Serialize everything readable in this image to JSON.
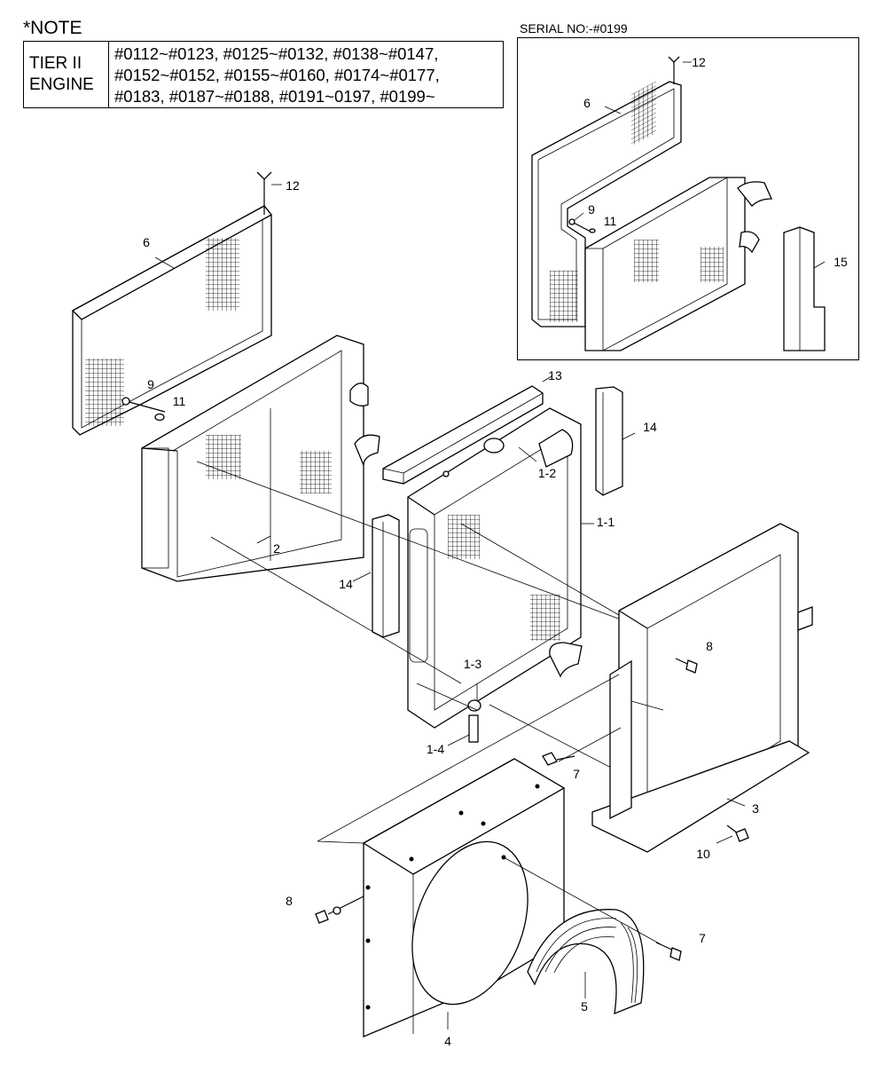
{
  "note": {
    "title": "*NOTE",
    "engine_label_line1": "TIER II",
    "engine_label_line2": "ENGINE",
    "serials_line1": "#0112~#0123, #0125~#0132, #0138~#0147,",
    "serials_line2": "#0152~#0152, #0155~#0160, #0174~#0177,",
    "serials_line3": "#0183, #0187~#0188, #0191~0197, #0199~"
  },
  "inset": {
    "serial_label": "SERIAL NO:-#0199"
  },
  "callouts": {
    "c12a": "12",
    "c6a": "6",
    "c9a": "9",
    "c11a": "11",
    "c15": "15",
    "c12": "12",
    "c6": "6",
    "c9": "9",
    "c11": "11",
    "c13": "13",
    "c14a": "14",
    "c14b": "14",
    "c1_2": "1-2",
    "c1_1": "1-1",
    "c2": "2",
    "c1_3": "1-3",
    "c1_4": "1-4",
    "c8a": "8",
    "c7a": "7",
    "c3": "3",
    "c10": "10",
    "c8b": "8",
    "c7b": "7",
    "c5": "5",
    "c4": "4"
  }
}
